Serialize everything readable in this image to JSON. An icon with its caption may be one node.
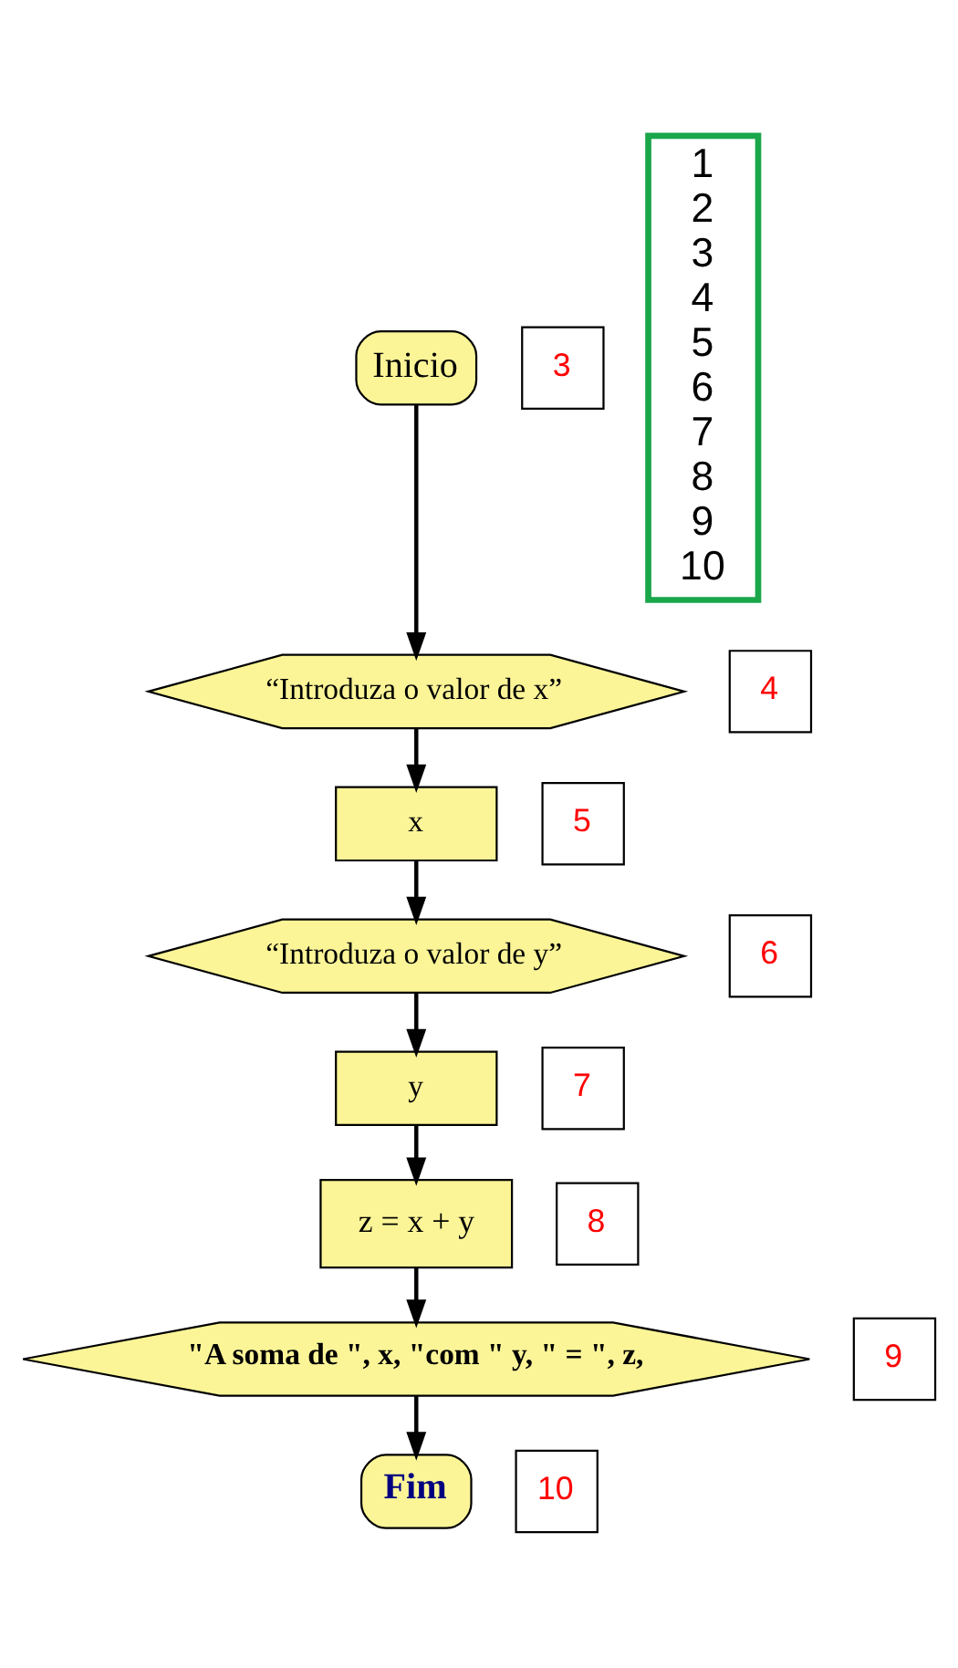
{
  "diagram": {
    "nodes": [
      {
        "text": [
          "Inicio"
        ]
      },
      {
        "text": [
          "“Introduza o valor de x”"
        ]
      },
      {
        "text": [
          "x"
        ]
      },
      {
        "text": [
          "“Introduza o valor de y”"
        ]
      },
      {
        "text": [
          "y"
        ]
      },
      {
        "text": [
          "z = x + y"
        ]
      },
      {
        "text": [
          "\"A soma de \", x, \"com \" y, \" = \", z,"
        ]
      },
      {
        "text": [
          "Fim"
        ]
      },
      {
        "text": [
          "3"
        ]
      },
      {
        "text": [
          "4"
        ]
      },
      {
        "text": [
          "5"
        ]
      },
      {
        "text": [
          "6"
        ]
      },
      {
        "text": [
          "7"
        ]
      },
      {
        "text": [
          "8"
        ]
      },
      {
        "text": [
          "9"
        ]
      },
      {
        "text": [
          "10"
        ]
      },
      {
        "text": [
          "1",
          "2",
          "3",
          "4",
          "5",
          "6",
          "7",
          "8",
          "9",
          "10"
        ]
      }
    ],
    "edges": [
      {
        "from": 0,
        "to": 1,
        "arrow": "to"
      },
      {
        "from": 1,
        "to": 2,
        "arrow": "to"
      },
      {
        "from": 2,
        "to": 3,
        "arrow": "to"
      },
      {
        "from": 3,
        "to": 4,
        "arrow": "to"
      },
      {
        "from": 4,
        "to": 5,
        "arrow": "to"
      },
      {
        "from": 5,
        "to": 6,
        "arrow": "to"
      },
      {
        "from": 6,
        "to": 7,
        "arrow": "to"
      }
    ]
  }
}
